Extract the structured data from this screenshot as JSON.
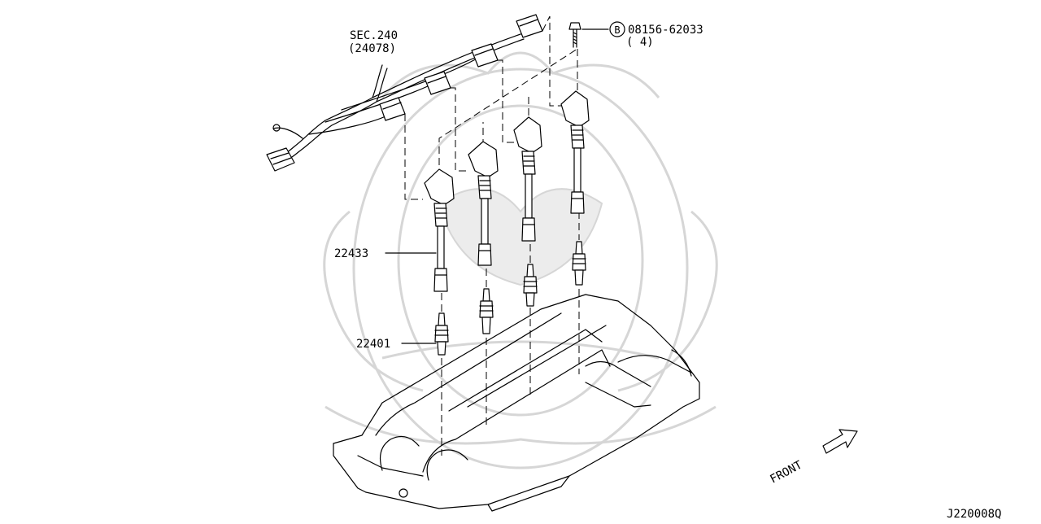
{
  "labels": {
    "sec_ref": "SEC.240",
    "sec_part": "(24078)",
    "bolt_circle": "B",
    "bolt_part": "08156-62033",
    "bolt_qty": "( 4)",
    "ignition_coil": "22433",
    "spark_plug": "22401",
    "front": "FRONT",
    "drawing_id": "J220008Q"
  },
  "colors": {
    "line": "#000000",
    "watermark": "#d6d6d6",
    "background": "#ffffff"
  }
}
